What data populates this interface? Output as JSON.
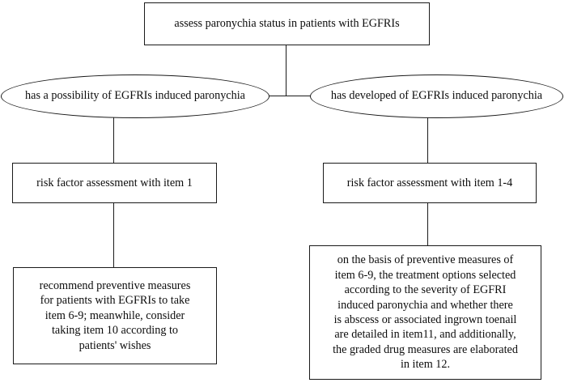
{
  "diagram": {
    "title": "EGFRI-induced paronychia assessment and management flowchart",
    "background_color": "#ffffff",
    "line_color": "#1a1a1a",
    "text_color": "#0d0d0d",
    "nodes": {
      "assess": {
        "shape": "rectangle",
        "label": "assess paronychia status in patients with EGFRIs"
      },
      "possible": {
        "shape": "ellipse",
        "label": "has a possibility of EGFRIs induced paronychia"
      },
      "developed": {
        "shape": "ellipse",
        "label": "has developed of EGFRIs induced paronychia"
      },
      "risk_left": {
        "shape": "rectangle",
        "label": "risk factor assessment with item 1"
      },
      "risk_right": {
        "shape": "rectangle",
        "label": "risk factor assessment with item 1-4"
      },
      "recommend": {
        "shape": "rectangle",
        "label": "recommend preventive measures\nfor patients with EGFRIs to take\nitem 6-9; meanwhile, consider\ntaking item 10 according to\npatients' wishes"
      },
      "treatment": {
        "shape": "rectangle",
        "label": "on the basis of preventive measures of\nitem 6-9, the treatment options selected\naccording to the severity of EGFRI\ninduced paronychia  and whether there\nis abscess or associated ingrown toenail\nare detailed in item11, and additionally,\nthe graded drug measures are elaborated\nin item 12."
      }
    },
    "connectors": [
      {
        "name": "assess-to-split",
        "from": "assess",
        "to": "split-bar"
      },
      {
        "name": "split-to-possible",
        "from": "split-bar",
        "to": "possible"
      },
      {
        "name": "split-to-developed",
        "from": "split-bar",
        "to": "developed"
      },
      {
        "name": "possible-to-risk-left",
        "from": "possible",
        "to": "risk_left"
      },
      {
        "name": "risk-left-to-recommend",
        "from": "risk_left",
        "to": "recommend"
      },
      {
        "name": "developed-to-risk-right",
        "from": "developed",
        "to": "risk_right"
      },
      {
        "name": "risk-right-to-treatment",
        "from": "risk_right",
        "to": "treatment"
      }
    ]
  }
}
